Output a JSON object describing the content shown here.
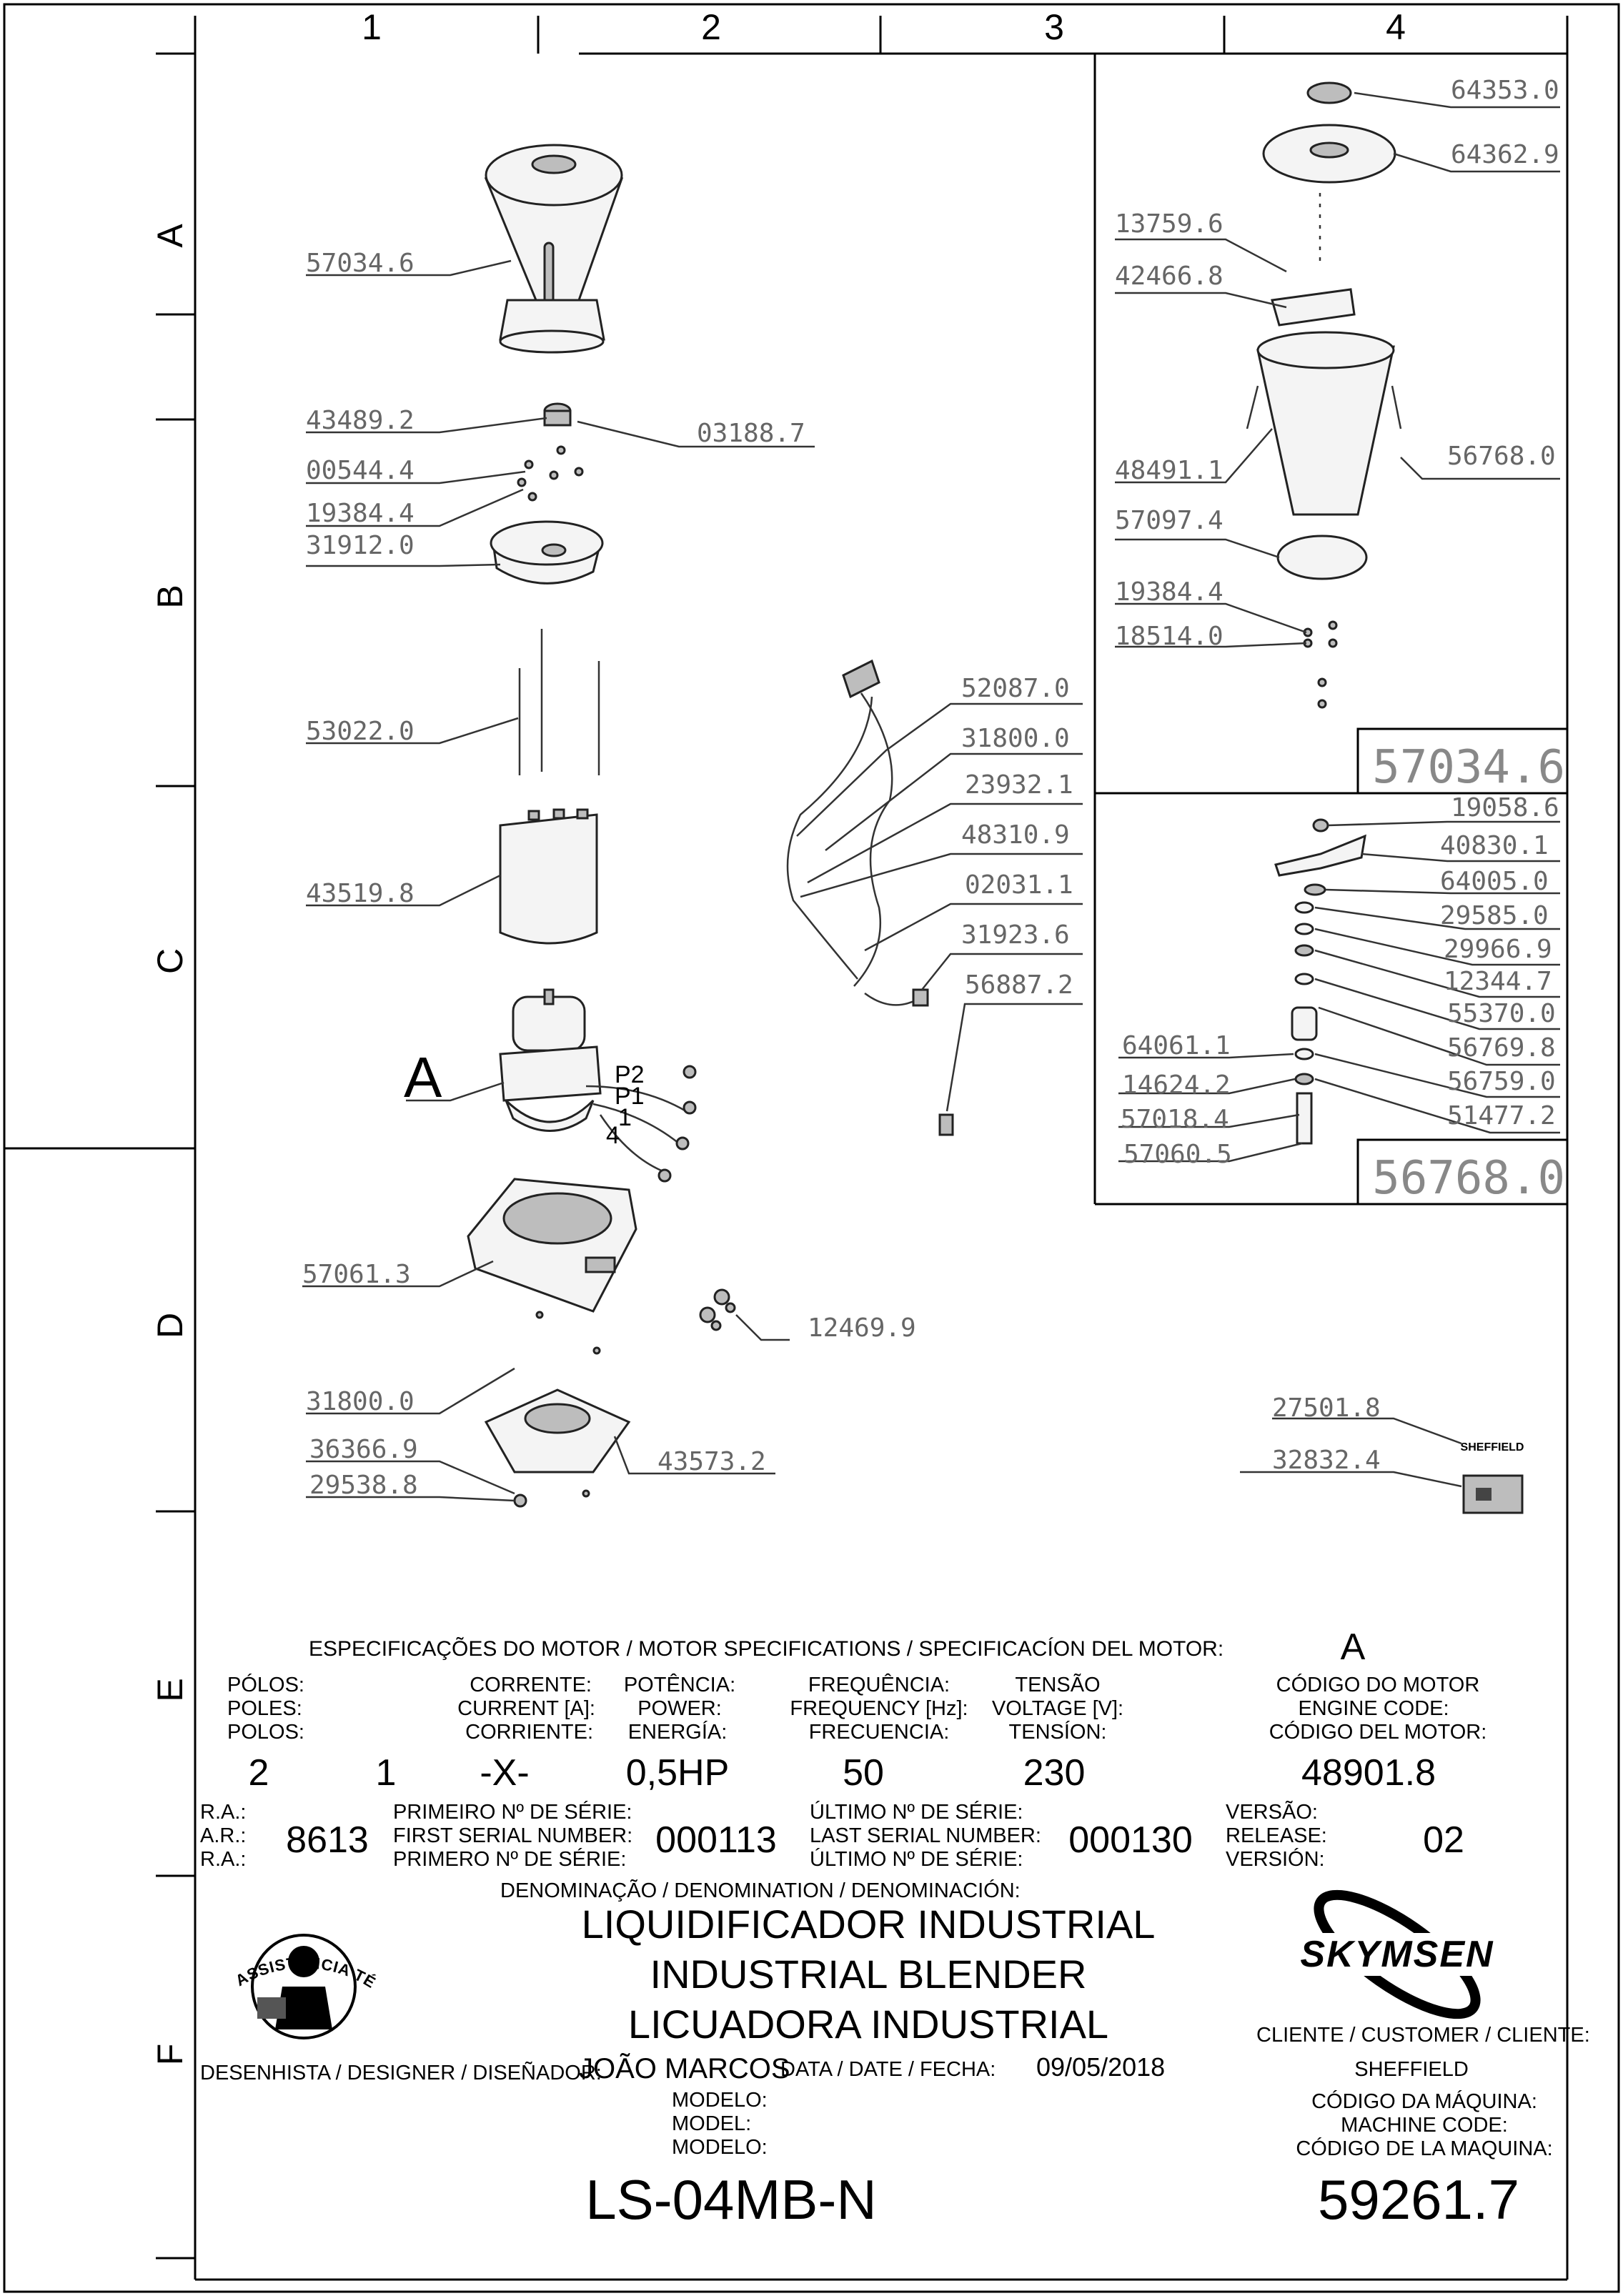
{
  "grid": {
    "columns": [
      "1",
      "2",
      "3",
      "4"
    ],
    "rows": [
      "A",
      "B",
      "C",
      "D",
      "E",
      "F"
    ]
  },
  "parts": {
    "p1": "57034.6",
    "p2": "43489.2",
    "p3": "03188.7",
    "p4": "00544.4",
    "p5": "19384.4",
    "p6": "31912.0",
    "p7": "53022.0",
    "p8": "43519.8",
    "p9": "57061.3",
    "p10": "12469.9",
    "p11": "31800.0",
    "p12": "43573.2",
    "p13": "36366.9",
    "p14": "29538.8",
    "p15": "52087.0",
    "p16": "31800.0",
    "p17": "23932.1",
    "p18": "48310.9",
    "p19": "02031.1",
    "p20": "31923.6",
    "p21": "56887.2",
    "p22": "64353.0",
    "p23": "64362.9",
    "p24": "13759.6",
    "p25": "42466.8",
    "p26": "48491.1",
    "p27": "56768.0",
    "p28": "57097.4",
    "p29": "19384.4",
    "p30": "18514.0",
    "p31": "19058.6",
    "p32": "40830.1",
    "p33": "64005.0",
    "p34": "29585.0",
    "p35": "29966.9",
    "p36": "12344.7",
    "p37": "55370.0",
    "p38": "56769.8",
    "p39": "56759.0",
    "p40": "51477.2",
    "p41": "64061.1",
    "p42": "14624.2",
    "p43": "57018.4",
    "p44": "57060.5",
    "p45": "27501.8",
    "p46": "32832.4"
  },
  "subassemblies": {
    "cup_code": "57034.6",
    "blade_code": "56768.0"
  },
  "motor_callout": {
    "letter": "A",
    "p2": "P2",
    "p1": "P1",
    "w1": "1",
    "w4": "4"
  },
  "badge_text": "SHEFFIELD",
  "specs": {
    "header": "ESPECIFICAÇÕES DO MOTOR / MOTOR SPECIFICATIONS / SPECIFICACÍON DEL MOTOR:",
    "header_letter": "A",
    "poles_pt": "PÓLOS:",
    "poles_en": "POLES:",
    "poles_es": "POLOS:",
    "current_pt": "CORRENTE:",
    "current_en": "CURRENT [A]:",
    "current_es": "CORRIENTE:",
    "power_pt": "POTÊNCIA:",
    "power_en": "POWER:",
    "power_es": "ENERGÍA:",
    "freq_pt": "FREQUÊNCIA:",
    "freq_en": "FREQUENCY [Hz]:",
    "freq_es": "FRECUENCIA:",
    "volt_pt": "TENSÃO",
    "volt_en": "VOLTAGE [V]:",
    "volt_es": "TENSÍON:",
    "code_pt": "CÓDIGO DO MOTOR",
    "code_en": "ENGINE CODE:",
    "code_es": "CÓDIGO DEL MOTOR:",
    "poles_val": "2",
    "current_a": "1",
    "current_b": "-X-",
    "power_val": "0,5HP",
    "freq_val": "50",
    "volt_val": "230",
    "code_val": "48901.8",
    "ra_1": "R.A.:",
    "ra_2": "A.R.:",
    "ra_3": "R.A.:",
    "ra_val": "8613",
    "first_pt": "PRIMEIRO Nº DE SÉRIE:",
    "first_en": "FIRST SERIAL NUMBER:",
    "first_es": "PRIMERO Nº DE SÉRIE:",
    "first_val": "000113",
    "last_pt": "ÚLTIMO Nº DE SÉRIE:",
    "last_en": "LAST SERIAL NUMBER:",
    "last_es": "ÚLTIMO Nº DE SÉRIE:",
    "last_val": "000130",
    "ver_pt": "VERSÃO:",
    "ver_en": "RELEASE:",
    "ver_es": "VERSIÓN:",
    "ver_val": "02"
  },
  "title_block": {
    "denomination_label": "DENOMINAÇÃO / DENOMINATION / DENOMINACIÓN:",
    "name_pt": "LIQUIDIFICADOR INDUSTRIAL",
    "name_en": "INDUSTRIAL BLENDER",
    "name_es": "LICUADORA INDUSTRIAL",
    "designer_label": "DESENHISTA / DESIGNER / DISEÑADOR:",
    "designer_val": "JOÃO MARCOS",
    "date_label": "DATA / DATE / FECHA:",
    "date_val": "09/05/2018",
    "model_pt": "MODELO:",
    "model_en": "MODEL:",
    "model_es": "MODELO:",
    "model_val": "LS-04MB-N",
    "client_label": "CLIENTE / CUSTOMER / CLIENTE:",
    "client_val": "SHEFFIELD",
    "machine_pt": "CÓDIGO DA MÁQUINA:",
    "machine_en": "MACHINE CODE:",
    "machine_es": "CÓDIGO DE LA MAQUINA:",
    "machine_val": "59261.7",
    "brand": "SKYMSEN",
    "seal_text": "ASSISTÊNCIA TÉCNICA AUTORIZADA"
  }
}
